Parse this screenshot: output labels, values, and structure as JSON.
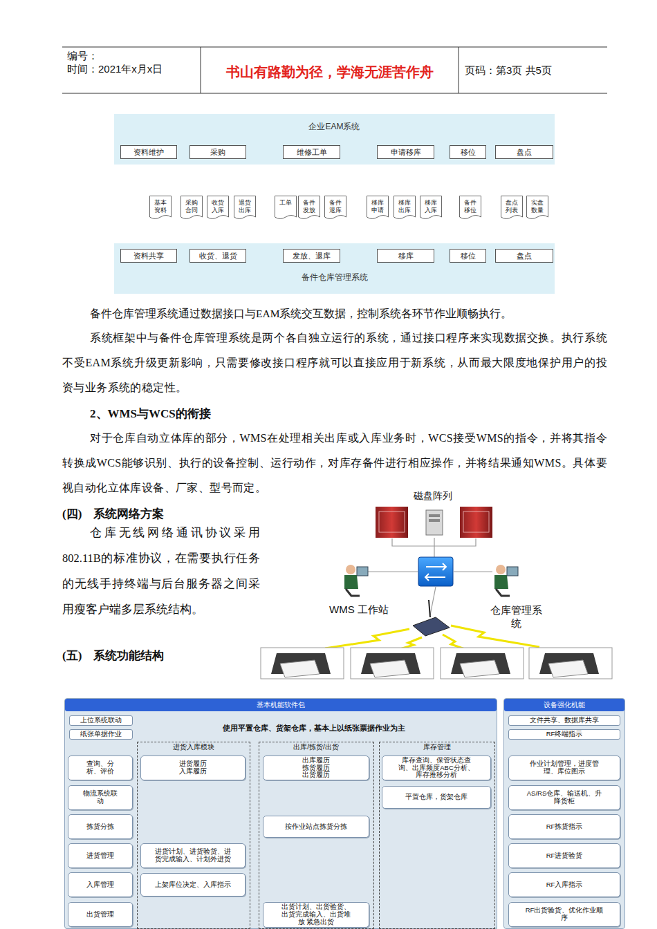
{
  "diagram": {
    "nodes": [
      {
        "text": [
          "企业EAM系统",
          "备件仓库管理系统"
        ]
      },
      {
        "text": [
          "资料维护"
        ],
        "in": 0
      },
      {
        "text": [
          "采购"
        ],
        "in": 0
      },
      {
        "text": [
          "维修工单"
        ],
        "in": 0
      },
      {
        "text": [
          "申请移库"
        ],
        "in": 0
      },
      {
        "text": [
          "移位"
        ],
        "in": 0
      },
      {
        "text": [
          "盘点"
        ],
        "in": 0
      },
      {
        "text": [
          "基本资料"
        ],
        "in": 0
      },
      {
        "text": [
          "采购合同"
        ],
        "in": 0
      },
      {
        "text": [
          "收货入库"
        ],
        "in": 0
      },
      {
        "text": [
          "退货出库"
        ],
        "in": 0
      },
      {
        "text": [
          "工单"
        ],
        "in": 0
      },
      {
        "text": [
          "备件发放"
        ],
        "in": 0
      },
      {
        "text": [
          "备件退库"
        ],
        "in": 0
      },
      {
        "text": [
          "移库申请"
        ],
        "in": 0
      },
      {
        "text": [
          "移库出库"
        ],
        "in": 0
      },
      {
        "text": [
          "移库入库"
        ],
        "in": 0
      },
      {
        "text": [
          "备件移位"
        ],
        "in": 0
      },
      {
        "text": [
          "盘点列表"
        ],
        "in": 0
      },
      {
        "text": [
          "实盘数量"
        ],
        "in": 0
      },
      {
        "text": [
          "资料共享"
        ],
        "in": 0
      },
      {
        "text": [
          "收货、退货"
        ],
        "in": 0
      },
      {
        "text": [
          "发放、退库"
        ],
        "in": 0
      },
      {
        "text": [
          "移库"
        ],
        "in": 0
      },
      {
        "text": [
          "移位"
        ],
        "in": 0
      },
      {
        "text": [
          "盘点"
        ],
        "in": 0
      },
      {
        "text": [
          "基本机能软件包",
          "使用平置仓库、货架仓库，基本上以纸张票据作业为主"
        ]
      },
      {
        "text": [
          "上位系统联动"
        ],
        "in": 26
      },
      {
        "text": [
          "纸张单据作业"
        ],
        "in": 26
      },
      {
        "text": [
          "查询、分析、评价"
        ],
        "in": 26
      },
      {
        "text": [
          "物流系统联动"
        ],
        "in": 26
      },
      {
        "text": [
          "拣货分拣"
        ],
        "in": 26
      },
      {
        "text": [
          "进货管理"
        ],
        "in": 26
      },
      {
        "text": [
          "入库管理"
        ],
        "in": 26
      },
      {
        "text": [
          "出货管理"
        ],
        "in": 26
      },
      {
        "text": [
          "进货入库模块"
        ],
        "in": 26
      },
      {
        "text": [
          "进货履历 入库履历"
        ],
        "in": 35
      },
      {
        "text": [
          "进货计划、进货验货、进货完成输入、计划外进货"
        ],
        "in": 35
      },
      {
        "text": [
          "上架库位决定、入库指示"
        ],
        "in": 35
      },
      {
        "text": [
          "出库/拣货/出货"
        ],
        "in": 26
      },
      {
        "text": [
          "出库履历 拣货履历 出货履历"
        ],
        "in": 39
      },
      {
        "text": [
          "按作业站点拣货分拣"
        ],
        "in": 39
      },
      {
        "text": [
          "出货计划、出货验货、出货完成输入、出货堆放 紧急出货"
        ],
        "in": 39
      },
      {
        "text": [
          "库存管理"
        ],
        "in": 26
      },
      {
        "text": [
          "库存查询、保管状态查询、出库频度ABC分析、库存推移分析"
        ],
        "in": 43
      },
      {
        "text": [
          "平置仓库，货架仓库"
        ],
        "in": 43
      },
      {
        "text": [
          "设备强化机能"
        ]
      },
      {
        "text": [
          "文件共享、数据库共享"
        ],
        "in": 46
      },
      {
        "text": [
          "RF终端指示"
        ],
        "in": 46
      },
      {
        "text": [
          "作业计划管理，进度管理、库位图示"
        ],
        "in": 46
      },
      {
        "text": [
          "AS/RS仓库、输送机、升降货柜"
        ],
        "in": 46
      },
      {
        "text": [
          "RF拣货指示"
        ],
        "in": 46
      },
      {
        "text": [
          "RF进货验货"
        ],
        "in": 46
      },
      {
        "text": [
          "RF入库指示"
        ],
        "in": 46
      },
      {
        "text": [
          "RF出货验货、优化作业顺序"
        ],
        "in": 46
      }
    ],
    "edges": [
      {
        "from": 1,
        "to": 7,
        "arrow": "to"
      },
      {
        "from": 7,
        "to": 20,
        "arrow": "to"
      },
      {
        "from": 2,
        "to": 8,
        "arrow": "to"
      },
      {
        "from": 8,
        "to": 21,
        "arrow": "to"
      },
      {
        "from": 21,
        "to": 9,
        "arrow": "to"
      },
      {
        "from": 9,
        "to": 2,
        "arrow": "to"
      },
      {
        "from": 21,
        "to": 10,
        "arrow": "to"
      },
      {
        "from": 10,
        "to": 2,
        "arrow": "to"
      },
      {
        "from": 3,
        "to": 11,
        "arrow": "to"
      },
      {
        "from": 11,
        "to": 22,
        "arrow": "to"
      },
      {
        "from": 22,
        "to": 12,
        "arrow": "to"
      },
      {
        "from": 12,
        "to": 3,
        "arrow": "to"
      },
      {
        "from": 22,
        "to": 13,
        "arrow": "to"
      },
      {
        "from": 13,
        "to": 3,
        "arrow": "to"
      },
      {
        "from": 4,
        "to": 14,
        "arrow": "to"
      },
      {
        "from": 14,
        "to": 23,
        "arrow": "to"
      },
      {
        "from": 23,
        "to": 15,
        "arrow": "to"
      },
      {
        "from": 15,
        "to": 4,
        "arrow": "to"
      },
      {
        "from": 23,
        "to": 16,
        "arrow": "to"
      },
      {
        "from": 16,
        "to": 4,
        "arrow": "to"
      },
      {
        "from": 24,
        "to": 17,
        "arrow": "to"
      },
      {
        "from": 17,
        "to": 5,
        "arrow": "to"
      },
      {
        "from": 6,
        "to": 18,
        "arrow": "to"
      },
      {
        "from": 18,
        "to": 25,
        "arrow": "to"
      },
      {
        "from": 25,
        "to": 19,
        "arrow": "to"
      },
      {
        "from": 19,
        "to": 6,
        "arrow": "to"
      }
    ],
    "labels": [
      "编号：",
      "时间：2021年x月x日",
      "书山有路勤为径，学海无涯苦作舟",
      "页码：第3页 共5页",
      "备件仓库管理系统通过数据接口与EAM系统交互数据，控制系统各环节作业顺畅执行。",
      "系统框架中与备件仓库管理系统是两个各自独立运行的系统，通过接口程序来实现数据交换。执行系统不受EAM系统升级更新影响，只需要修改接口程序就可以直接应用于新系统，从而最大限度地保护用户的投资与业务系统的稳定性。",
      "2、WMS与WCS的衔接",
      "对于仓库自动立体库的部分，WMS在处理相关出库或入库业务时，WCS接受WMS的指令，并将其指令转换成WCS能够识别、执行的设备控制、运行动作，对库存备件进行相应操作，并将结果通知WMS。具体要视自动化立体库设备、厂家、型号而定。",
      "磁盘阵列",
      "(四)　系统网络方案",
      "仓库无线网络通讯协议采用802.11B的标准协议，在需要执行任务的无线手持终端与后台服务器之间采用瘦客户端多层系统结构。",
      "WMS 工作站",
      "仓库管理系统",
      "(五)　系统功能结构"
    ]
  }
}
